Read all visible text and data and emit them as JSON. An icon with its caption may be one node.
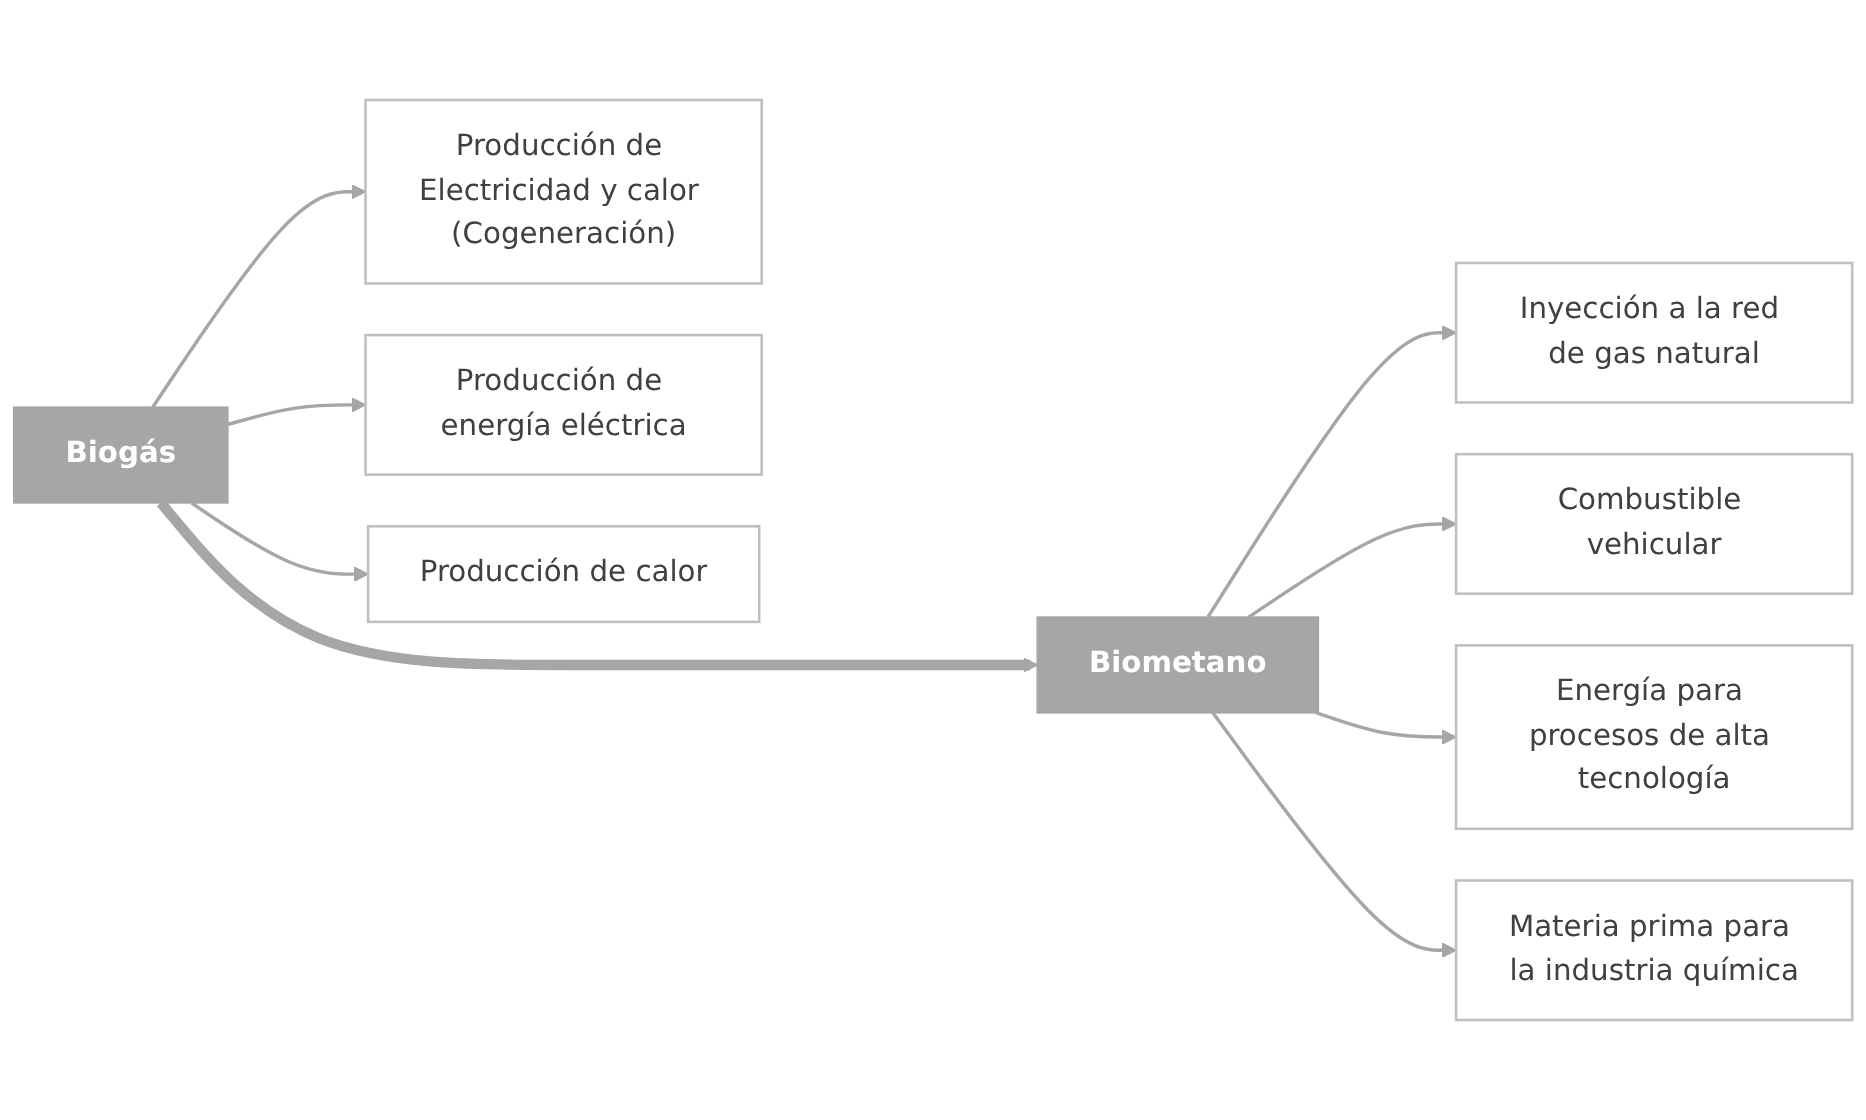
{
  "diagram": {
    "nodes": [
      {
        "text": [
          "Producción de Electricidad y calor (Cogeneración)"
        ]
      },
      {
        "text": [
          "Producción de energía eléctrica"
        ]
      },
      {
        "text": [
          "Producción de calor"
        ]
      },
      {
        "text": [
          "Biogás"
        ]
      },
      {
        "text": [
          "Biometano"
        ]
      },
      {
        "text": [
          "Inyección a la red de gas natural"
        ]
      },
      {
        "text": [
          "Combustible vehicular"
        ]
      },
      {
        "text": [
          "Energía para procesos de alta tecnología"
        ]
      },
      {
        "text": [
          "Materia prima para la industria química"
        ]
      }
    ],
    "edges": [
      {
        "from": 3,
        "to": 0,
        "arrow": "to"
      },
      {
        "from": 3,
        "to": 1,
        "arrow": "to"
      },
      {
        "from": 3,
        "to": 2,
        "arrow": "to"
      },
      {
        "from": 3,
        "to": 4,
        "arrow": "to",
        "style": "thick"
      },
      {
        "from": 4,
        "to": 5,
        "arrow": "to"
      },
      {
        "from": 4,
        "to": 6,
        "arrow": "to"
      },
      {
        "from": 4,
        "to": 7,
        "arrow": "to"
      },
      {
        "from": 4,
        "to": 8,
        "arrow": "to"
      }
    ]
  }
}
